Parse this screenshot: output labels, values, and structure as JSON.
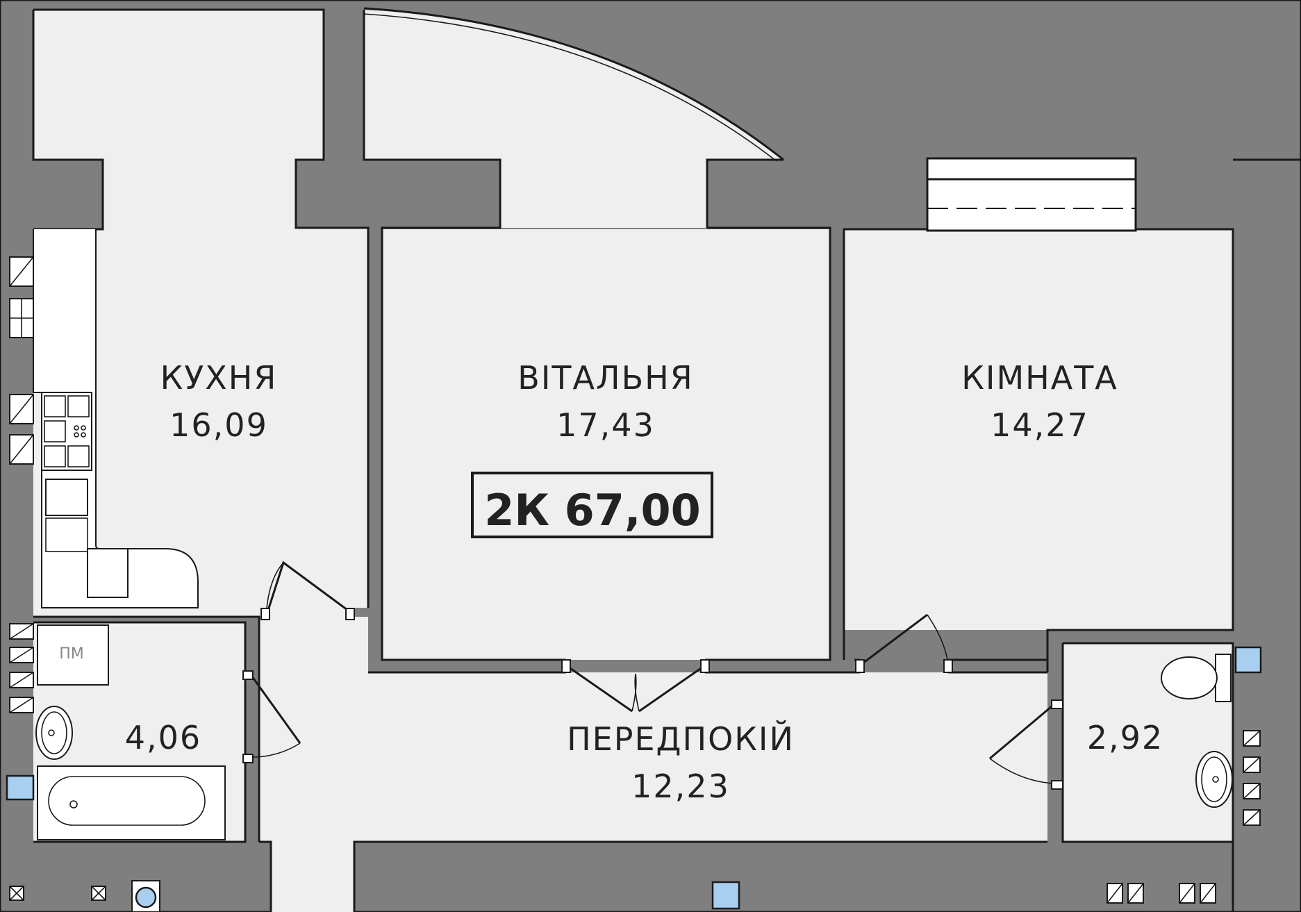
{
  "plan": {
    "apartment_label": "2К 67,00",
    "rooms": {
      "kitchen": {
        "name": "КУХНЯ",
        "area": "16,09"
      },
      "living": {
        "name": "ВІТАЛЬНЯ",
        "area": "17,43"
      },
      "room": {
        "name": "КІМНАТА",
        "area": "14,27"
      },
      "hall": {
        "name": "ПЕРЕДПОКІЙ",
        "area": "12,23"
      },
      "bath": {
        "area": "4,06"
      },
      "wc": {
        "area": "2,92"
      }
    },
    "washer_label": "ПМ"
  }
}
